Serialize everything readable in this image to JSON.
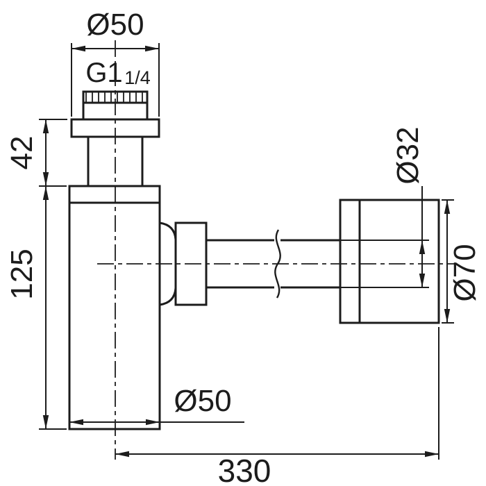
{
  "drawing": {
    "background_color": "#ffffff",
    "line_color": "#1c1c1c",
    "labels": {
      "top_diameter": "Ø50",
      "thread_size": "G1",
      "thread_fraction": "1/4",
      "inlet_height": "42",
      "body_height": "125",
      "pipe_diameter": "Ø32",
      "escutcheon_diameter": "Ø70",
      "body_diameter": "Ø50",
      "overall_length": "330"
    }
  }
}
